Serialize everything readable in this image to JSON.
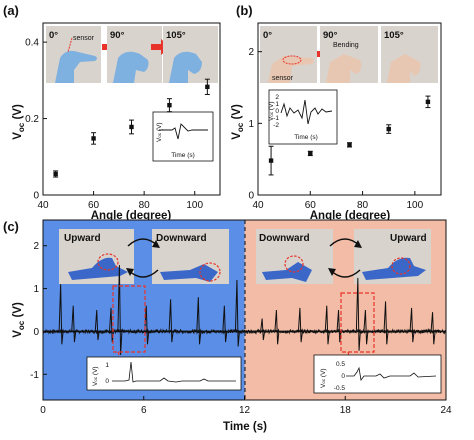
{
  "colors": {
    "blue_region": "#5b8ee6",
    "salmon_region": "#f2bca6",
    "arrow_red": "#e8332a",
    "glove": "#3a67c8",
    "skin": "#e8c7b2",
    "photo_bg": "#cfcac4",
    "signal": "#111111"
  },
  "chart_data": [
    {
      "id": "a",
      "type": "scatter",
      "panel_label": "(a)",
      "xlabel": "Angle (degree)",
      "ylabel": "V",
      "ylabel_sub": "oc",
      "ylabel_unit": " (V)",
      "xlim": [
        40,
        110
      ],
      "ylim": [
        0,
        0.45
      ],
      "xticks": [
        40,
        60,
        80,
        100
      ],
      "yticks": [
        0,
        0.2,
        0.4
      ],
      "ytick_labels": [
        "0",
        "0.2",
        "0.4"
      ],
      "x": [
        45,
        60,
        75,
        90,
        105
      ],
      "y": [
        0.055,
        0.148,
        0.178,
        0.235,
        0.283
      ],
      "err": [
        0.008,
        0.015,
        0.018,
        0.017,
        0.02
      ],
      "photos": [
        {
          "angle": "0°",
          "note": "sensor"
        },
        {
          "angle": "90°"
        },
        {
          "angle": "105°"
        }
      ],
      "inset": {
        "xlabel": "Time (s)",
        "ylabel": "V",
        "ylabel_sub": "oc",
        "ylabel_unit": " (V)"
      }
    },
    {
      "id": "b",
      "type": "scatter",
      "panel_label": "(b)",
      "xlabel": "Angle (degree)",
      "ylabel": "V",
      "ylabel_sub": "oc",
      "ylabel_unit": " (V)",
      "xlim": [
        40,
        110
      ],
      "ylim": [
        0,
        2.4
      ],
      "xticks": [
        40,
        60,
        80,
        100
      ],
      "yticks": [
        0,
        1,
        2
      ],
      "ytick_labels": [
        "0",
        "1",
        "2"
      ],
      "x": [
        45,
        60,
        75,
        90,
        105
      ],
      "y": [
        0.48,
        0.58,
        0.7,
        0.92,
        1.3
      ],
      "err": [
        0.2,
        0.03,
        0.03,
        0.06,
        0.08
      ],
      "photos": [
        {
          "angle": "0°",
          "note": "sensor"
        },
        {
          "angle": "90°",
          "note": "Bending"
        },
        {
          "angle": "105°"
        }
      ],
      "inset": {
        "xlabel": "Time (s)",
        "ylabel": "V",
        "ylabel_sub": "oc",
        "ylabel_unit": " (V)",
        "yticks": [
          "2",
          "1",
          "0",
          "-1",
          "-2"
        ]
      }
    },
    {
      "id": "c",
      "type": "line",
      "panel_label": "(c)",
      "xlabel": "Time (s)",
      "ylabel": "V",
      "ylabel_sub": "oc",
      "ylabel_unit": " (V)",
      "xlim": [
        0,
        24
      ],
      "ylim": [
        -1.6,
        2.6
      ],
      "xticks": [
        0,
        6,
        12,
        18,
        24
      ],
      "yticks": [
        -1,
        0,
        1,
        2
      ],
      "ytick_labels": [
        "-1",
        "0",
        "1",
        "2"
      ],
      "regions": [
        {
          "from": 0,
          "to": 12,
          "left_label": "Upward",
          "right_label": "Downward"
        },
        {
          "from": 12,
          "to": 24,
          "left_label": "Downward",
          "right_label": "Upward"
        }
      ],
      "spike_times": [
        1.05,
        1.8,
        3.2,
        4.05,
        4.55,
        6.15,
        7.6,
        9.25,
        10.8,
        11.55,
        13.05,
        13.9,
        15.3,
        16.9,
        17.6,
        18.75,
        19.2,
        20.4,
        21.95,
        23.2
      ],
      "spike_pos": [
        1.1,
        0.6,
        0.5,
        0.55,
        1.55,
        0.6,
        0.75,
        0.8,
        0.6,
        1.2,
        0.3,
        0.5,
        0.55,
        0.6,
        0.5,
        1.25,
        0.5,
        0.7,
        0.55,
        0.45
      ],
      "spike_neg": [
        -0.3,
        -0.25,
        -0.2,
        -0.25,
        -0.55,
        -0.3,
        -0.25,
        -0.3,
        -0.25,
        -0.35,
        -0.2,
        -0.3,
        -0.25,
        -0.3,
        -0.25,
        -0.45,
        -0.3,
        -0.3,
        -0.25,
        -0.3
      ],
      "left_inset": {
        "ylabel": "V",
        "ylabel_sub": "oc",
        "ylabel_unit": " (V)",
        "yticks": [
          "1",
          "0"
        ]
      },
      "right_inset": {
        "ylabel": "V",
        "ylabel_sub": "oc",
        "ylabel_unit": " (V)",
        "yticks": [
          "0.5",
          "0",
          "-0.5"
        ]
      }
    }
  ]
}
